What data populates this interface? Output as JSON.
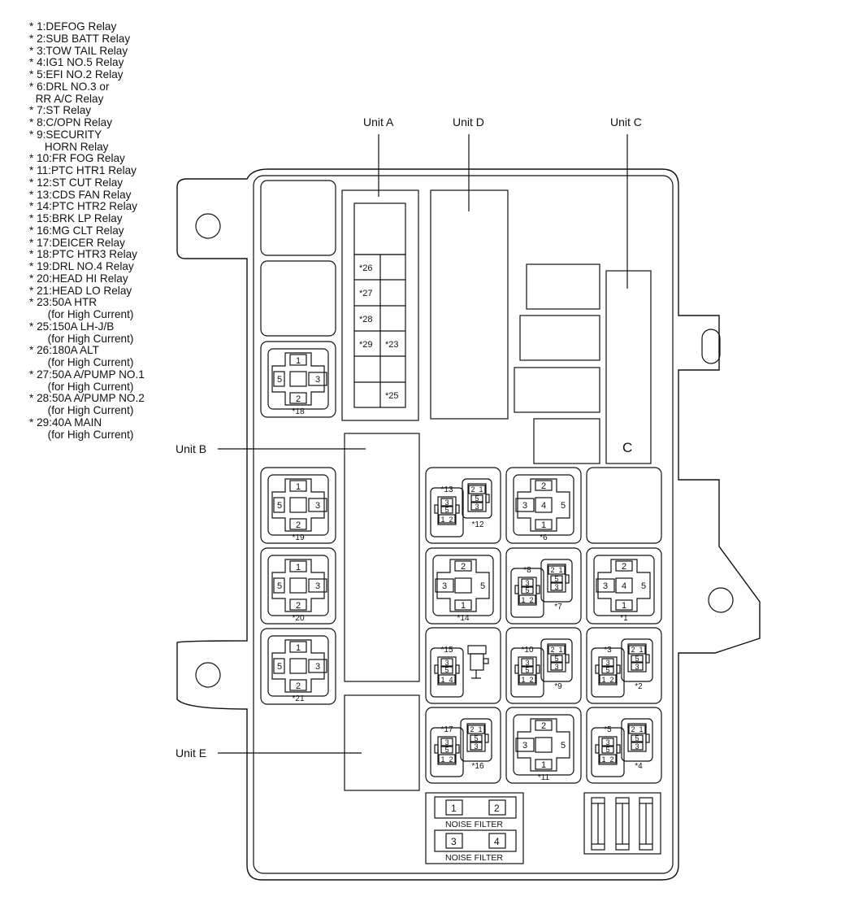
{
  "legend": [
    {
      "mark": "* ",
      "text": "1:DEFOG Relay"
    },
    {
      "mark": "* ",
      "text": "2:SUB BATT Relay"
    },
    {
      "mark": "* ",
      "text": "3:TOW TAIL Relay"
    },
    {
      "mark": "* ",
      "text": "4:IG1 NO.5 Relay"
    },
    {
      "mark": "* ",
      "text": "5:EFI NO.2 Relay"
    },
    {
      "mark": "* ",
      "text": "6:DRL NO.3 or"
    },
    {
      "mark": "  ",
      "text": "RR A/C Relay"
    },
    {
      "mark": "* ",
      "text": "7:ST Relay"
    },
    {
      "mark": "* ",
      "text": "8:C/OPN Relay"
    },
    {
      "mark": "* ",
      "text": "9:SECURITY"
    },
    {
      "mark": "  ",
      "text": "   HORN Relay"
    },
    {
      "mark": "* ",
      "text": "10:FR FOG Relay"
    },
    {
      "mark": "* ",
      "text": "11:PTC HTR1 Relay"
    },
    {
      "mark": "* ",
      "text": "12:ST CUT Relay"
    },
    {
      "mark": "* ",
      "text": "13:CDS FAN Relay"
    },
    {
      "mark": "* ",
      "text": "14:PTC HTR2 Relay"
    },
    {
      "mark": "* ",
      "text": "15:BRK LP Relay"
    },
    {
      "mark": "* ",
      "text": "16:MG CLT Relay"
    },
    {
      "mark": "* ",
      "text": "17:DEICER Relay"
    },
    {
      "mark": "* ",
      "text": "18:PTC HTR3 Relay"
    },
    {
      "mark": "* ",
      "text": "19:DRL NO.4 Relay"
    },
    {
      "mark": "* ",
      "text": "20:HEAD HI Relay"
    },
    {
      "mark": "* ",
      "text": "21:HEAD LO Relay"
    },
    {
      "mark": "* ",
      "text": "23:50A HTR"
    },
    {
      "mark": "  ",
      "text": "    (for High Current)"
    },
    {
      "mark": "* ",
      "text": "25:150A LH-J/B"
    },
    {
      "mark": "  ",
      "text": "    (for High Current)"
    },
    {
      "mark": "* ",
      "text": "26:180A ALT"
    },
    {
      "mark": "  ",
      "text": "    (for High Current)"
    },
    {
      "mark": "* ",
      "text": "27:50A A/PUMP NO.1"
    },
    {
      "mark": "  ",
      "text": "    (for High Current)"
    },
    {
      "mark": "* ",
      "text": "28:50A A/PUMP NO.2"
    },
    {
      "mark": "  ",
      "text": "    (for High Current)"
    },
    {
      "mark": "* ",
      "text": "29:40A MAIN"
    },
    {
      "mark": "  ",
      "text": "    (for High Current)"
    }
  ],
  "units": {
    "a": "Unit A",
    "b": "Unit B",
    "c": "Unit C",
    "d": "Unit D",
    "e": "Unit E",
    "c_mark": "C"
  },
  "fuse_labels": {
    "f26": "*26",
    "f27": "*27",
    "f28": "*28",
    "f29": "*29",
    "f23": "*23",
    "f25": "*25"
  },
  "relays": {
    "r18": {
      "label": "*18",
      "pins": [
        "1",
        "5",
        "3",
        "2"
      ]
    },
    "r19": {
      "label": "*19",
      "pins": [
        "1",
        "5",
        "3",
        "2"
      ]
    },
    "r20": {
      "label": "*20",
      "pins": [
        "1",
        "5",
        "3",
        "2"
      ]
    },
    "r21": {
      "label": "*21",
      "pins": [
        "1",
        "5",
        "3",
        "2"
      ]
    },
    "r6": {
      "label": "*6",
      "pins": [
        "2",
        "3",
        "4",
        "5",
        "1"
      ]
    },
    "r14": {
      "label": "*14",
      "pins": [
        "2",
        "3",
        "5",
        "1"
      ]
    },
    "r1": {
      "label": "*1",
      "pins": [
        "2",
        "3",
        "4",
        "5",
        "1"
      ]
    },
    "r11": {
      "label": "*11",
      "pins": [
        "2",
        "3",
        "5",
        "1"
      ]
    }
  },
  "mini": {
    "top_a": "2",
    "top_b": "1",
    "top_mid": "5",
    "top_bot": "3",
    "bot_top": "3",
    "bot_mid": "5",
    "bot_a": "1",
    "bot_b": "2",
    "bot_b4": "4"
  },
  "small_relay_labels": {
    "r13": "*13",
    "r12": "*12",
    "r8": "*8",
    "r7": "*7",
    "r15": "*15",
    "r10": "*10",
    "r9": "*9",
    "r3": "*3",
    "r2": "*2",
    "r17": "*17",
    "r16": "*16",
    "r5": "*5",
    "r4": "*4"
  },
  "noise_filters": [
    {
      "left": "1",
      "right": "2",
      "caption": "NOISE FILTER"
    },
    {
      "left": "3",
      "right": "4",
      "caption": "NOISE FILTER"
    }
  ]
}
